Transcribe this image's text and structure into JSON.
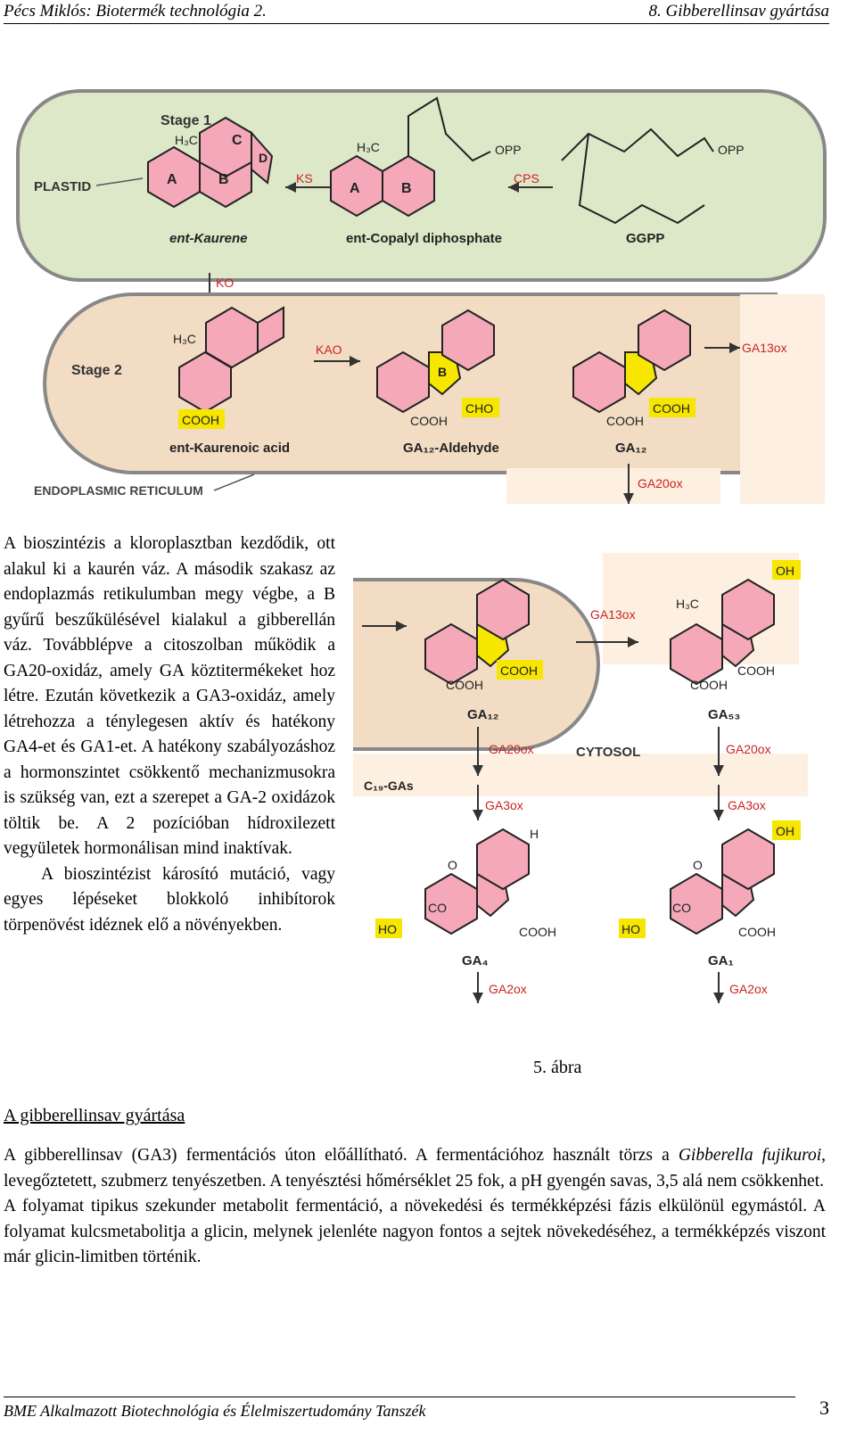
{
  "header": {
    "left": "Pécs Miklós: Biotermék technológia 2.",
    "right": "8.  Gibberellinsav gyártása"
  },
  "figure": {
    "stage1": "Stage 1",
    "stage2": "Stage 2",
    "plastid": "PLASTID",
    "er": "ENDOPLASMIC RETICULUM",
    "cytosol": "CYTOSOL",
    "h3c": "H₃C",
    "ring_a": "A",
    "ring_b": "B",
    "ring_c": "C",
    "ring_d": "D",
    "opp": "OPP",
    "ks": "KS",
    "cps": "CPS",
    "ko": "KO",
    "kao": "KAO",
    "ga13ox": "GA13ox",
    "ga20ox": "GA20ox",
    "ga3ox": "GA3ox",
    "ga2ox": "GA2ox",
    "cooh": "COOH",
    "cho": "CHO",
    "oh": "OH",
    "ho": "HO",
    "co": "CO",
    "o": "O",
    "h": "H",
    "ent_kaurene": "ent-Kaurene",
    "ent_copalyl": "ent-Copalyl diphosphate",
    "ggpp": "GGPP",
    "ent_kaurenoic": "ent-Kaurenoic acid",
    "ga12_aldehyde": "GA₁₂-Aldehyde",
    "ga12": "GA₁₂",
    "ga53": "GA₅₃",
    "ga4": "GA₄",
    "ga1": "GA₁",
    "c19gas": "C₁₉-GAs"
  },
  "paragraph1": "A bioszintézis a kloroplasztban kezdődik, ott alakul ki a kaurén váz. A második szakasz az endoplazmás retikulumban megy végbe, a B gyűrű beszűkülésével kialakul a gibberellán váz. Továbblépve a citoszolban működik a GA20-oxidáz, amely GA köztitermékeket hoz létre. Ezután következik a GA3-oxidáz, amely létrehozza a ténylegesen aktív és hatékony GA4-et és GA1-et. A hatékony szabályozáshoz a hormonszintet csökkentő mechanizmusokra is szükség van, ezt a szerepet a GA-2 oxidázok töltik be. A 2 pozícióban hídroxilezett vegyületek hormonálisan mind inaktívak.",
  "paragraph2": "A bioszintézist károsító mutáció, vagy egyes lépéseket blokkoló inhibítorok törpenövést idéznek elő a növényekben.",
  "caption": "5. ábra",
  "section_title": "A gibberellinsav gyártása",
  "body1_pre": "A gibberellinsav (GA3) fermentációs úton előállítható. A fermentációhoz használt törzs a ",
  "body1_italic": "Gibberella fujikuroi",
  "body1_post": ", levegőztetett, szubmerz tenyészetben. A tenyésztési hőmérséklet 25 fok, a pH gyengén savas, 3,5 alá nem csökkenhet.",
  "body2": "A folyamat tipikus szekunder metabolit fermentáció, a növekedési és termékképzési fázis elkülönül egymástól. A folyamat kulcsmetabolitja a glicin, melynek jelenléte nagyon fontos a sejtek növekedéséhez, a termékképzés viszont már glicin-limitben történik.",
  "footer": {
    "left": "BME Alkalmazott Biotechnológia és Élelmiszertudomány Tanszék",
    "page": "3"
  }
}
